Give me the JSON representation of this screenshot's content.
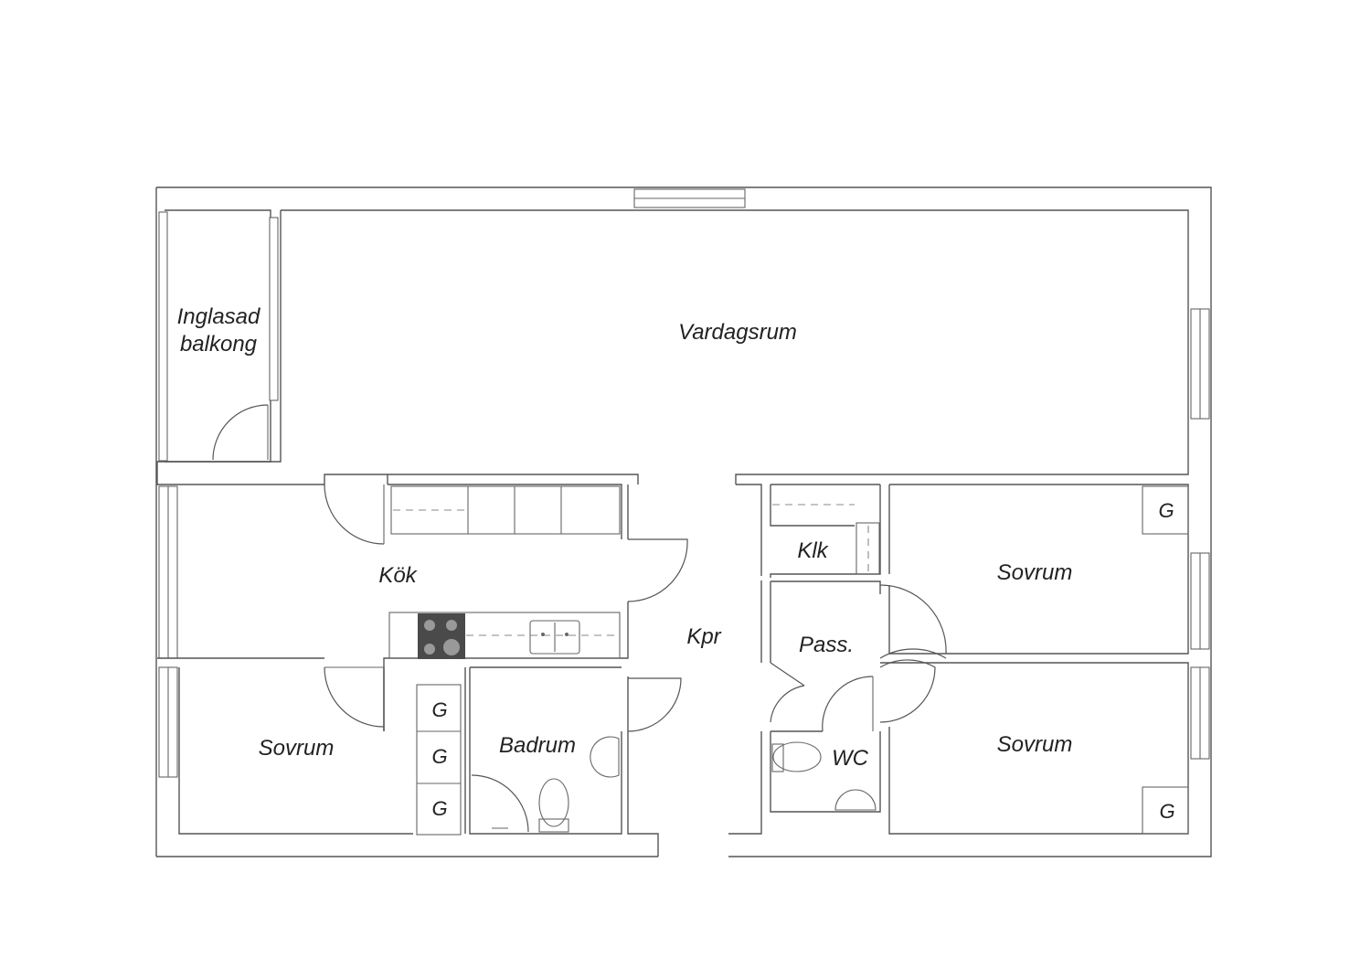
{
  "rooms": {
    "balcony_line1": "Inglasad",
    "balcony_line2": "balkong",
    "living": "Vardagsrum",
    "kitchen": "Kök",
    "closet": "Klk",
    "bedroom_ne": "Sovrum",
    "bedroom_se": "Sovrum",
    "bedroom_sw": "Sovrum",
    "corridor": "Kpr",
    "passage": "Pass.",
    "bathroom": "Badrum",
    "wc": "WC"
  },
  "wardrobes": {
    "hall_1": "G",
    "hall_2": "G",
    "hall_3": "G",
    "bedroom_ne": "G",
    "bedroom_se": "G"
  },
  "colors": {
    "wall": "#555555",
    "stove": "#4a4a4a",
    "background": "#ffffff"
  }
}
